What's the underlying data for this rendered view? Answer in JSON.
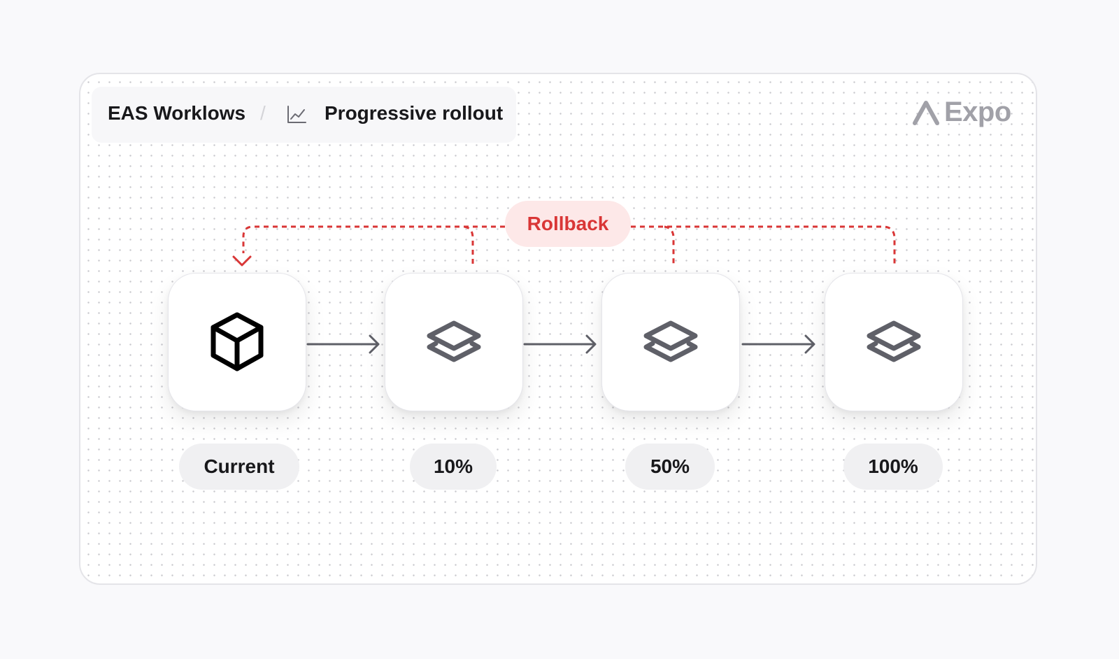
{
  "breadcrumb": {
    "root": "EAS Worklows",
    "separator": "/",
    "current": "Progressive rollout",
    "current_icon": "line-chart-icon"
  },
  "logo": {
    "text": "Expo",
    "icon": "expo-chevron-icon"
  },
  "rollback": {
    "label": "Rollback",
    "color": "#d93636",
    "bg": "#fde8e8"
  },
  "stages": [
    {
      "label": "Current",
      "icon": "cube-icon"
    },
    {
      "label": "10%",
      "icon": "layers-icon"
    },
    {
      "label": "50%",
      "icon": "layers-icon"
    },
    {
      "label": "100%",
      "icon": "layers-icon"
    }
  ],
  "colors": {
    "arrow": "#5f6068",
    "layers_icon": "#5f6068",
    "cube_icon": "#000000",
    "logo": "#a1a1a8"
  }
}
